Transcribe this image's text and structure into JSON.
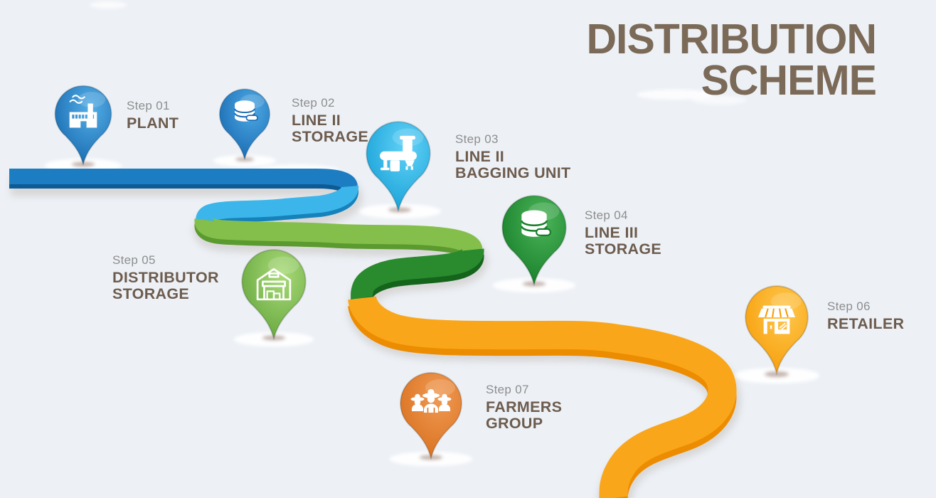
{
  "background_color": "#edf1f6",
  "title": {
    "line1": "DISTRIBUTION",
    "line2": "SCHEME",
    "color": "#7b6a58"
  },
  "text_colors": {
    "step_label": "#8d8d8d",
    "step_name": "#6d5c4e"
  },
  "steps": [
    {
      "step": "Step 01",
      "lines": [
        "PLANT"
      ],
      "icon": "factory-icon",
      "pin": {
        "light": "#55aee6",
        "dark": "#1468ae"
      }
    },
    {
      "step": "Step 02",
      "lines": [
        "LINE II",
        "STORAGE"
      ],
      "icon": "storage-cylinders-icon",
      "pin": {
        "light": "#4fa9e4",
        "dark": "#1568b0"
      }
    },
    {
      "step": "Step 03",
      "lines": [
        "LINE II",
        "BAGGING UNIT"
      ],
      "icon": "bagging-machine-icon",
      "pin": {
        "light": "#62d2f7",
        "dark": "#159fd6"
      }
    },
    {
      "step": "Step 04",
      "lines": [
        "LINE III",
        "STORAGE"
      ],
      "icon": "storage-cylinders-icon",
      "pin": {
        "light": "#4cb459",
        "dark": "#147d27"
      }
    },
    {
      "step": "Step 05",
      "lines": [
        "DISTRIBUTOR",
        "STORAGE"
      ],
      "icon": "warehouse-icon",
      "pin": {
        "light": "#a9da78",
        "dark": "#63a53b"
      }
    },
    {
      "step": "Step 06",
      "lines": [
        "RETAILER"
      ],
      "icon": "storefront-icon",
      "pin": {
        "light": "#ffc84e",
        "dark": "#f69c07"
      }
    },
    {
      "step": "Step 07",
      "lines": [
        "FARMERS",
        "GROUP"
      ],
      "icon": "farmers-icon",
      "pin": {
        "light": "#f09a53",
        "dark": "#d86f1d"
      }
    }
  ],
  "road": {
    "segments": [
      {
        "name": "blue-main-line",
        "color": "#1d7dc2"
      },
      {
        "name": "light-blue-return-line",
        "color": "#3cb6ea"
      },
      {
        "name": "light-green-line",
        "color": "#84bf4b"
      },
      {
        "name": "dark-green-line",
        "color": "#2a8a2e"
      },
      {
        "name": "orange-line",
        "color": "#faa61a"
      }
    ]
  }
}
